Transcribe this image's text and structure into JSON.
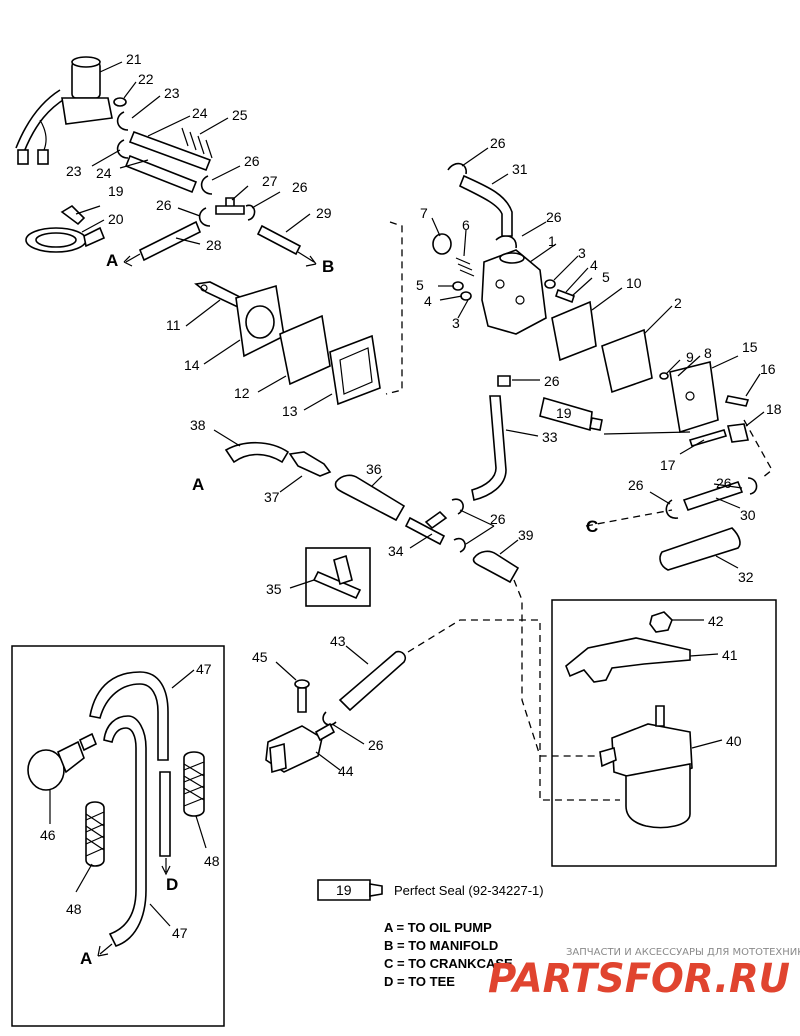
{
  "callouts": {
    "n1": "1",
    "n2": "2",
    "n3a": "3",
    "n3b": "3",
    "n4a": "4",
    "n4b": "4",
    "n5a": "5",
    "n5b": "5",
    "n6": "6",
    "n7": "7",
    "n8": "8",
    "n9": "9",
    "n10": "10",
    "n11": "11",
    "n12": "12",
    "n13": "13",
    "n14": "14",
    "n15": "15",
    "n16": "16",
    "n17": "17",
    "n18": "18",
    "n19": "19",
    "n20": "20",
    "n21": "21",
    "n22": "22",
    "n23a": "23",
    "n23b": "23",
    "n24a": "24",
    "n24b": "24",
    "n25": "25",
    "n26a": "26",
    "n26b": "26",
    "n26c": "26",
    "n26d": "26",
    "n26e": "26",
    "n26f": "26",
    "n26g": "26",
    "n26h": "26",
    "n26i": "26",
    "n26j": "26",
    "n27": "27",
    "n28": "28",
    "n29": "29",
    "n30": "30",
    "n31": "31",
    "n32": "32",
    "n33": "33",
    "n34": "34",
    "n35": "35",
    "n36": "36",
    "n37": "37",
    "n38": "38",
    "n39": "39",
    "n40": "40",
    "n41": "41",
    "n42": "42",
    "n43": "43",
    "n44": "44",
    "n45": "45",
    "n46": "46",
    "n47a": "47",
    "n47b": "47",
    "n48a": "48",
    "n48b": "48"
  },
  "letters": {
    "a1": "A",
    "a2": "A",
    "a3": "A",
    "b1": "B",
    "c1": "C",
    "d1": "D"
  },
  "tube_labels": {
    "t1": "19",
    "t2": "19"
  },
  "sealant": {
    "label": "Perfect Seal (92-34227-1)"
  },
  "legend": [
    "A = TO OIL PUMP",
    "B = TO MANIFOLD",
    "C = TO CRANKCASE",
    "D = TO TEE"
  ],
  "watermark": {
    "tagline": "ЗАПЧАСТИ И АКСЕССУАРЫ ДЛЯ МОТОТЕХНИКИ",
    "brand": "PARTSFOR.RU",
    "color": "#e0442f"
  }
}
